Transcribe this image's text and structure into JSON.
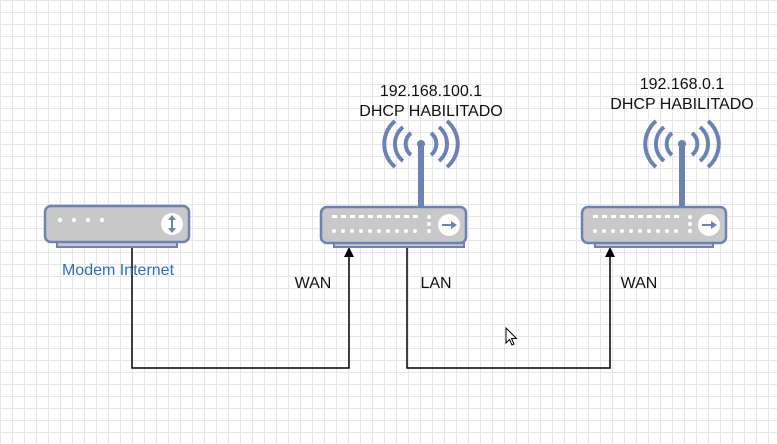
{
  "colors": {
    "device_fill": "#c8c8c8",
    "device_stroke": "#6c82b3",
    "connector": "#000000",
    "modem_label": "#2a6ebb",
    "text": "#111111"
  },
  "devices": {
    "modem": {
      "label": "Modem Internet",
      "icon": "modem-icon"
    },
    "router1": {
      "ip": "192.168.100.1",
      "dhcp": "DHCP HABILITADO",
      "icon": "wireless-router-icon"
    },
    "router2": {
      "ip": "192.168.0.1",
      "dhcp": "DHCP HABILITADO",
      "icon": "wireless-router-icon"
    }
  },
  "ports": {
    "router1_wan": "WAN",
    "router1_lan": "LAN",
    "router2_wan": "WAN"
  },
  "connections": [
    {
      "from": "modem",
      "to": "router1",
      "port": "WAN"
    },
    {
      "from": "router1",
      "to": "router2",
      "port": "LAN",
      "to_port": "WAN"
    }
  ]
}
